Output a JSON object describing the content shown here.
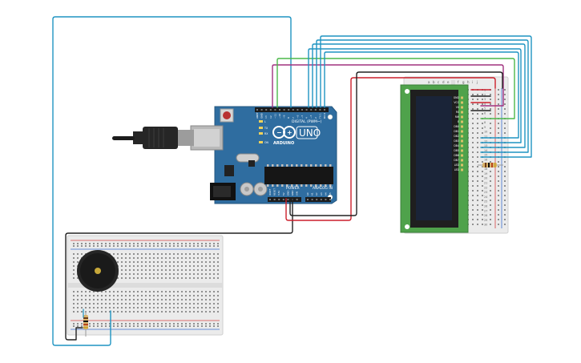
{
  "arduino": {
    "logo_text": "UNO",
    "brand_text": "ARDUINO",
    "digital_label": "DIGITAL (PWM~)",
    "power_label": "POWER",
    "analog_label": "ANALOG IN",
    "header_labels": [
      "AREF",
      "GND",
      "13",
      "12",
      "~11",
      "~10",
      "~9",
      "8",
      "7",
      "~6",
      "~5",
      "4",
      "~3",
      "2",
      "TX 1",
      "RX 0"
    ],
    "power_pins": [
      "IOREF",
      "RESET",
      "3.3V",
      "5V",
      "GND",
      "GND",
      "VIN"
    ],
    "analog_pins": [
      "A0",
      "A1",
      "A2",
      "A3",
      "A4",
      "A5"
    ],
    "side_labels": [
      "L",
      "TX",
      "RX",
      "ON"
    ]
  },
  "lcd": {
    "pin_labels": [
      "GND",
      "VCC",
      "V0",
      "RS",
      "RW",
      "E",
      "DB0",
      "DB1",
      "DB2",
      "DB3",
      "DB4",
      "DB5",
      "DB6",
      "DB7",
      "LED",
      "LED"
    ]
  },
  "small_breadboard": {
    "column_letters": [
      "a",
      "b",
      "c",
      "d",
      "e",
      "f",
      "g",
      "h",
      "i",
      "j"
    ],
    "row_numbers": [
      "1",
      "2",
      "3",
      "4",
      "5",
      "6",
      "7",
      "8",
      "9",
      "10",
      "11",
      "12",
      "13",
      "14",
      "15",
      "16",
      "17",
      "18",
      "19",
      "20",
      "21",
      "22",
      "23",
      "24",
      "25",
      "26",
      "27",
      "28",
      "29",
      "30"
    ]
  },
  "colors": {
    "board": "#2f6da0",
    "wire_blue": "#1f94c2",
    "wire_green": "#4cb84a",
    "wire_purple": "#a1327f",
    "wire_red": "#cc1f2b",
    "wire_black": "#222222",
    "lcd_pcb": "#4fa24b",
    "lcd_screen": "#1a2438",
    "breadboard": "#ebebeb"
  }
}
